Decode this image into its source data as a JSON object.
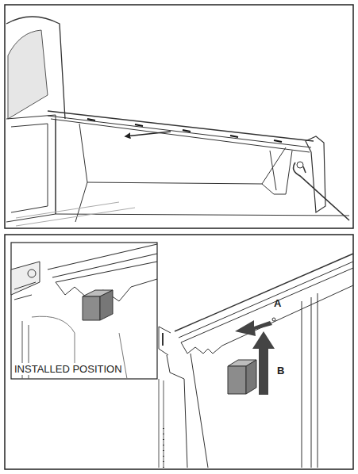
{
  "diagram": {
    "labels": [
      "INSTALLED POSITION",
      "A",
      "B"
    ]
  }
}
